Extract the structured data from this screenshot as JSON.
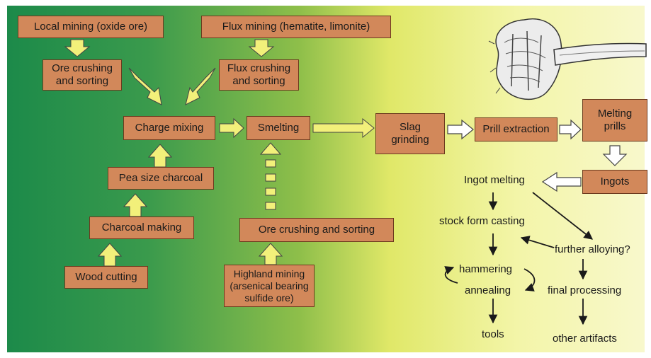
{
  "colors": {
    "box_fill": "#d2885a",
    "box_border": "#6b3a1e",
    "block_arrow_fill": "#f2f07a",
    "hollow_arrow_fill": "#ffffff",
    "line_arrow": "#1a1a1a"
  },
  "icons": {
    "emblem": "copper-artifact-sketch-icon"
  },
  "boxes": {
    "local_mining": "Local mining (oxide ore)",
    "flux_mining": "Flux mining (hematite, limonite)",
    "ore_crushing_left": "Ore crushing\nand sorting",
    "flux_crushing": "Flux crushing\nand sorting",
    "charge_mixing": "Charge mixing",
    "smelting": "Smelting",
    "slag_grinding": "Slag\ngrinding",
    "prill_extraction": "Prill extraction",
    "melting_prills": "Melting\nprills",
    "ingots": "Ingots",
    "pea_charcoal": "Pea size charcoal",
    "charcoal_making": "Charcoal making",
    "wood_cutting": "Wood cutting",
    "ore_crushing_bottom": "Ore crushing and sorting",
    "highland_mining": "Highland mining\n(arsenical bearing\nsulfide ore)"
  },
  "labels": {
    "ingot_melting": "Ingot melting",
    "stock_form_casting": "stock form casting",
    "further_alloying": "further alloying?",
    "hammering": "hammering",
    "annealing": "annealing",
    "final_processing": "final processing",
    "tools": "tools",
    "other_artifacts": "other artifacts"
  }
}
